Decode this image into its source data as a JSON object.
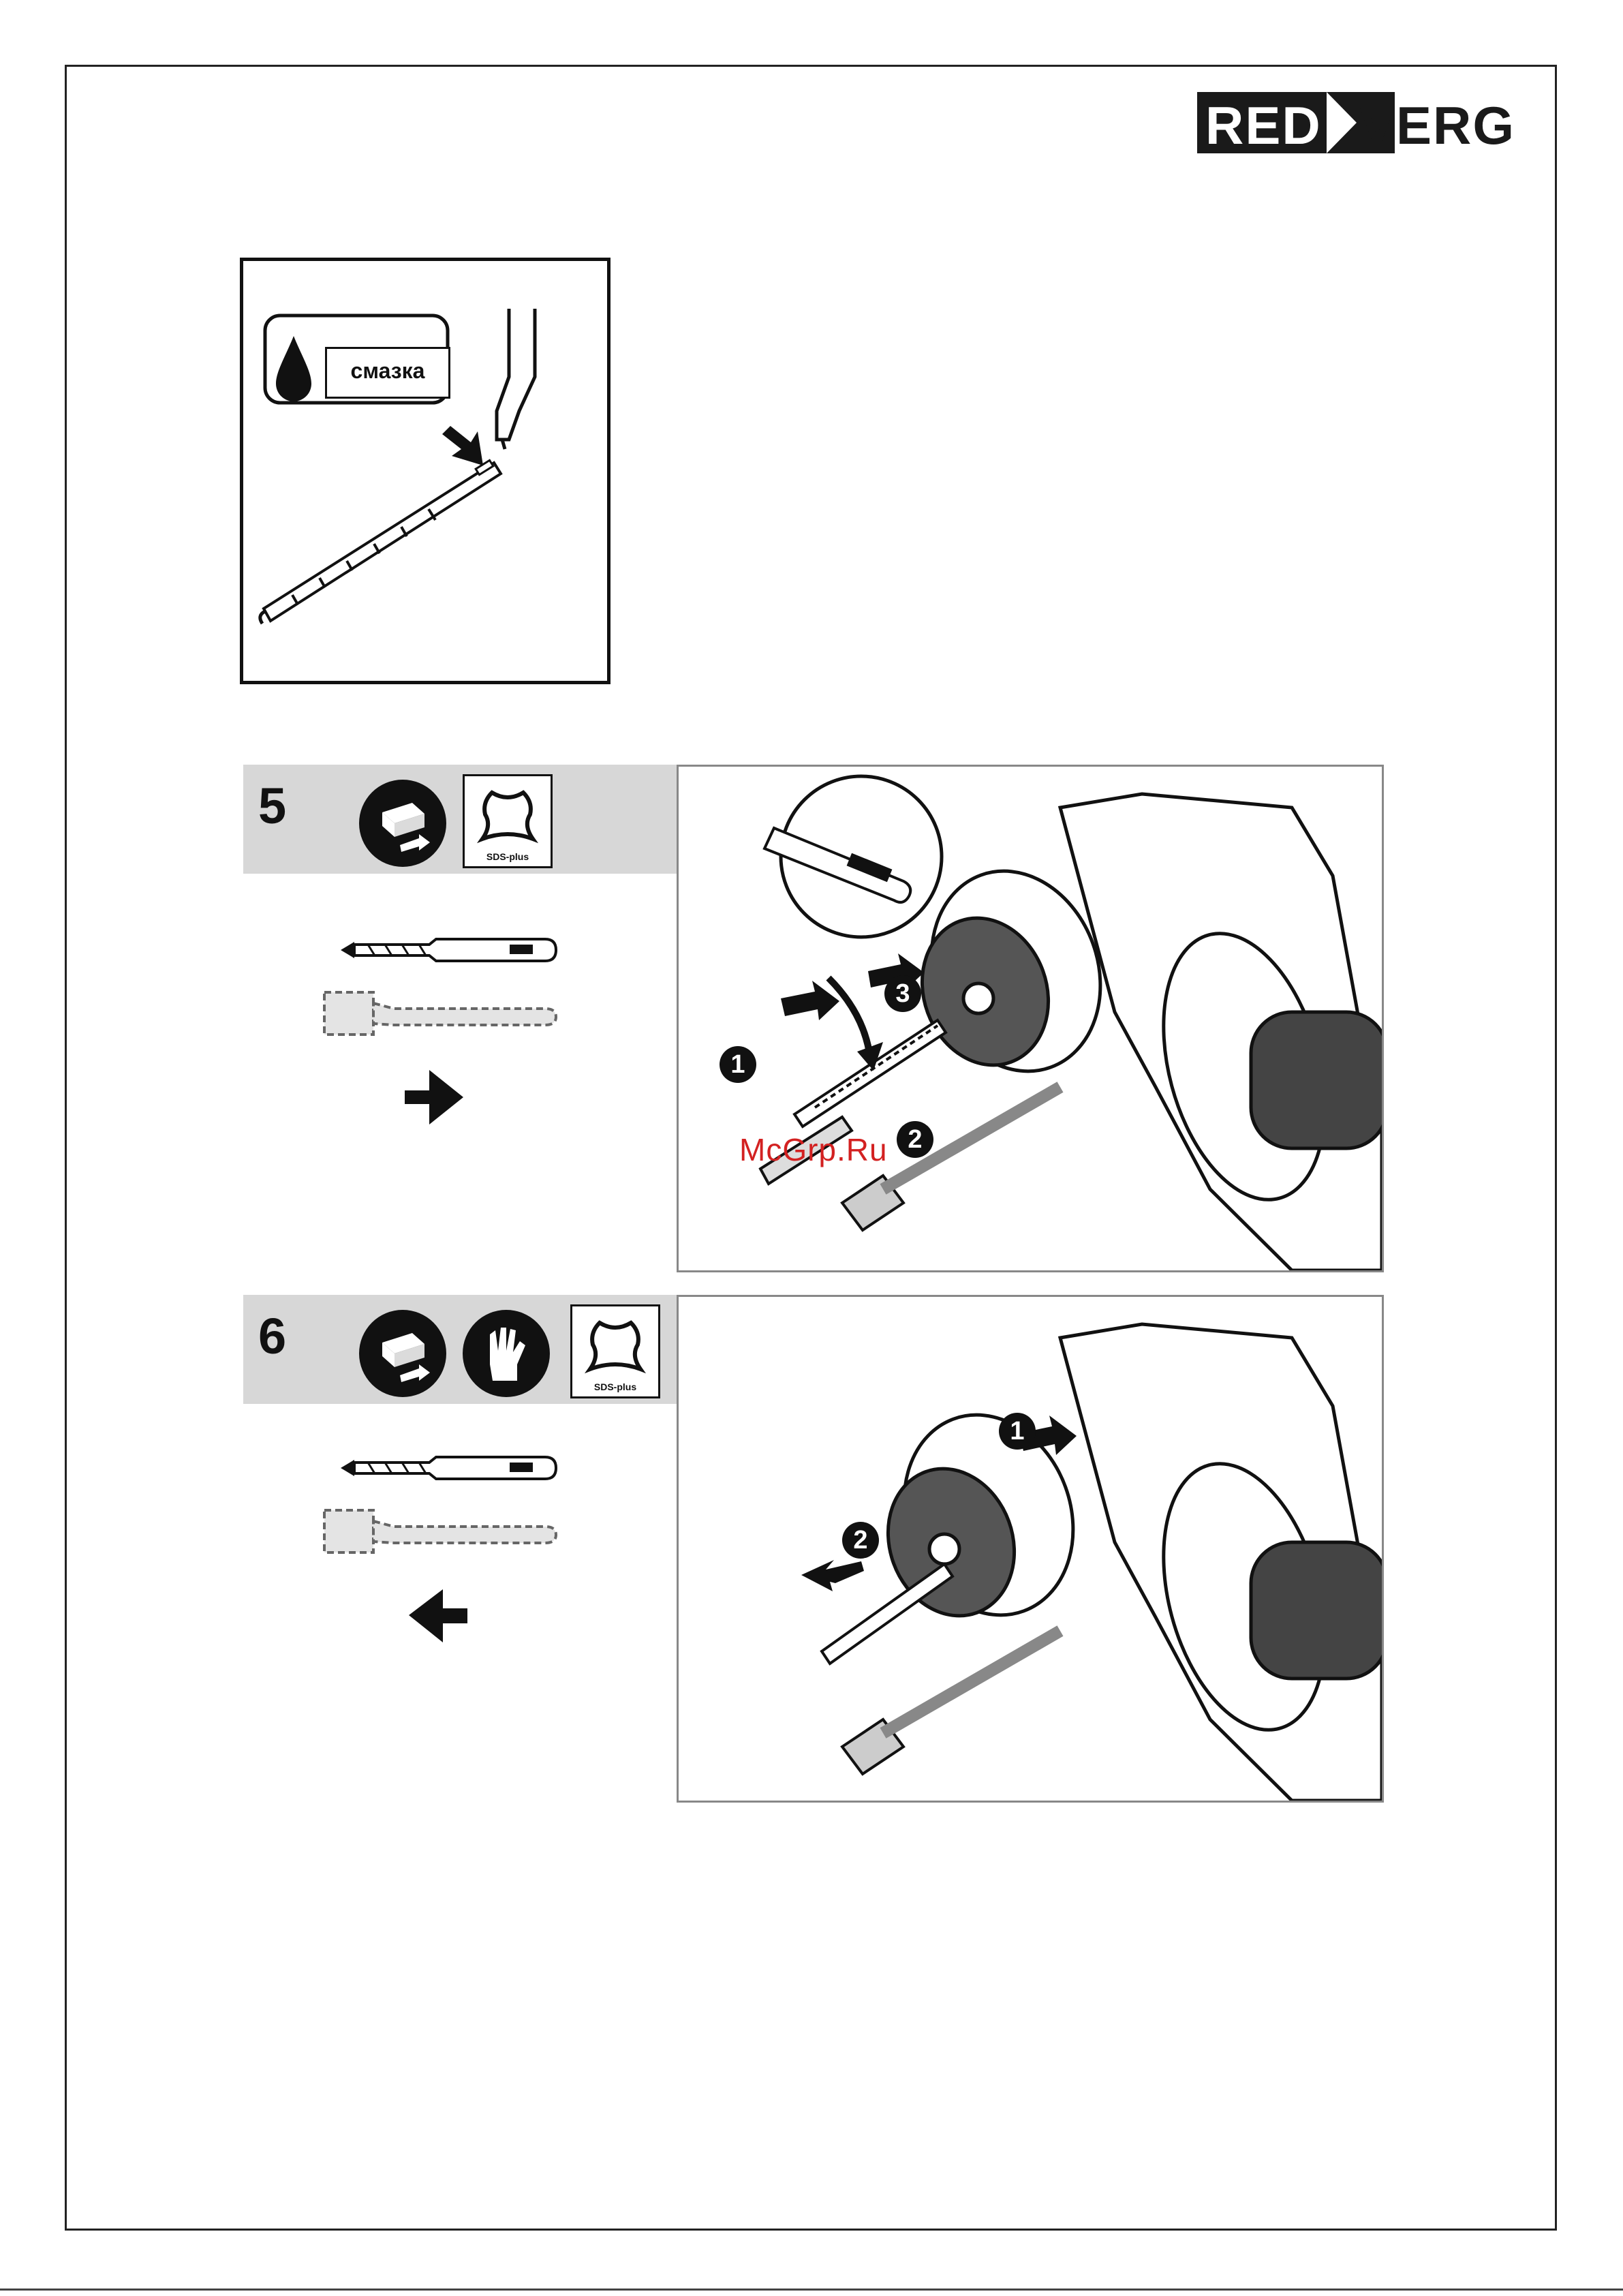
{
  "brand": {
    "red": "RED",
    "verg": "VERG"
  },
  "lube_panel": {
    "label": "смазка"
  },
  "sections": [
    {
      "number": "5",
      "sds_label": "SDS-plus",
      "callouts": [
        "1",
        "2",
        "3"
      ]
    },
    {
      "number": "6",
      "sds_label": "SDS-plus",
      "callouts": [
        "1",
        "2"
      ]
    }
  ],
  "watermark": "McGrp.Ru",
  "icons": [
    "oil-drop-icon",
    "tool-change-icon",
    "gloves-icon",
    "sds-plus-icon",
    "arrow-right-icon",
    "arrow-left-icon"
  ],
  "colors": {
    "header_grey": "#d7d7d7",
    "watermark_red": "#d32121",
    "ink": "#111111"
  }
}
